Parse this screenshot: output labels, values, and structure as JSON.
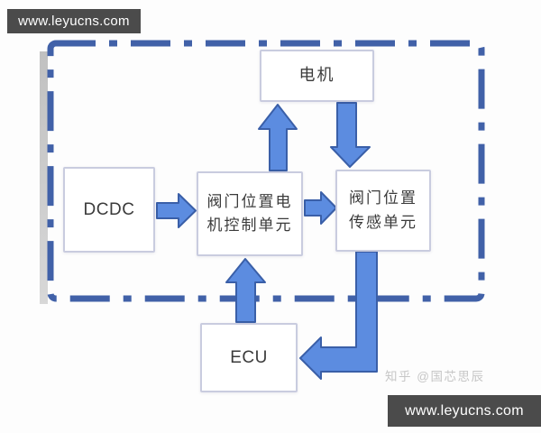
{
  "colors": {
    "arrow_fill": "#5C8CE0",
    "arrow_stroke": "#3A5FA8",
    "dash_border": "#4161A8",
    "box_border": "#C9CCDF",
    "box_text": "#3B3B3B",
    "watermark_bar_bg": "#4B4B4B",
    "watermark_bar_text": "#FFFFFF",
    "attribution_text": "#C6C6C6"
  },
  "watermarks": {
    "top_left": "www.leyucns.com",
    "bottom_right": "www.leyucns.com",
    "attribution": "知乎 @国芯思辰"
  },
  "diagram": {
    "blocks": {
      "motor": {
        "label": "电机"
      },
      "dcdc": {
        "label": "DCDC"
      },
      "valve_motor_control_unit": {
        "label": "阀门位置电机控制单元",
        "line1": "阀门位置电",
        "line2": "机控制单元"
      },
      "valve_position_sensing_unit": {
        "label": "阀门位置传感单元",
        "line1": "阀门位置",
        "line2": "传感单元"
      },
      "ecu": {
        "label": "ECU"
      }
    },
    "connections": [
      {
        "from": "DCDC",
        "to": "阀门位置电机控制单元",
        "direction": "right"
      },
      {
        "from": "阀门位置电机控制单元",
        "to": "电机",
        "direction": "up"
      },
      {
        "from": "电机",
        "to": "阀门位置传感单元",
        "direction": "down"
      },
      {
        "from": "阀门位置电机控制单元",
        "to": "阀门位置传感单元",
        "direction": "right"
      },
      {
        "from": "ECU",
        "to": "阀门位置电机控制单元",
        "direction": "up"
      },
      {
        "from": "阀门位置传感单元",
        "to": "ECU",
        "direction": "down-then-left"
      }
    ]
  }
}
